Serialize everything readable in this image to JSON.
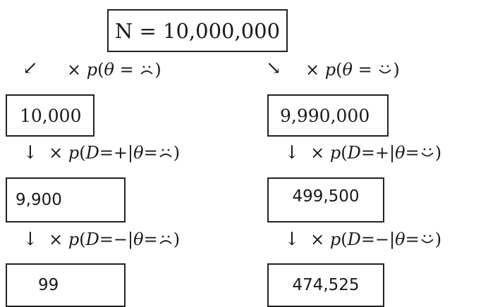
{
  "root": {
    "text": "N = 10,000,000"
  },
  "branch_left": {
    "prior_label": "× p(θ = ⌢)",
    "prior_value": "10,000",
    "likelihood_pos_label": "× p(D=+|θ=⌢)",
    "pos_value": "9,900",
    "likelihood_neg_label": "× p(D=−|θ=⌢)",
    "neg_value": "99"
  },
  "branch_right": {
    "prior_label": "× p(θ = ⌣)",
    "prior_value": "9,990,000",
    "likelihood_pos_label": "× p(D=+|θ=⌣)",
    "pos_value": "499,500",
    "likelihood_neg_label": "× p(D=−|θ=⌣)",
    "neg_value": "474,525"
  },
  "faces": {
    "sad": "sad-face-icon",
    "happy": "happy-face-icon"
  }
}
